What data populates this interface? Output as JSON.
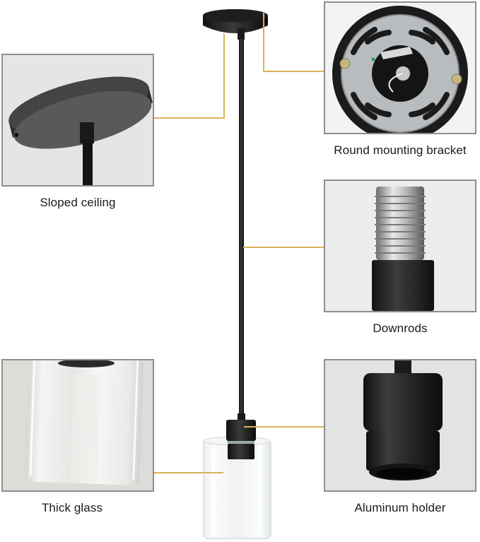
{
  "figure": {
    "accent_color": "#d9b15a",
    "product": "Pendant light with black canopy, downrod, aluminum socket and clear cylindrical glass shade"
  },
  "callouts": [
    {
      "id": "sloped-ceiling",
      "label": "Sloped ceiling",
      "icon": "canopy-swivel-icon"
    },
    {
      "id": "round-mounting-bracket",
      "label": "Round mounting bracket",
      "icon": "mounting-bracket-icon"
    },
    {
      "id": "downrods",
      "label": "Downrods",
      "icon": "threaded-rod-icon"
    },
    {
      "id": "thick-glass",
      "label": "Thick glass",
      "icon": "glass-shade-icon"
    },
    {
      "id": "aluminum-holder",
      "label": "Aluminum holder",
      "icon": "socket-holder-icon"
    }
  ]
}
